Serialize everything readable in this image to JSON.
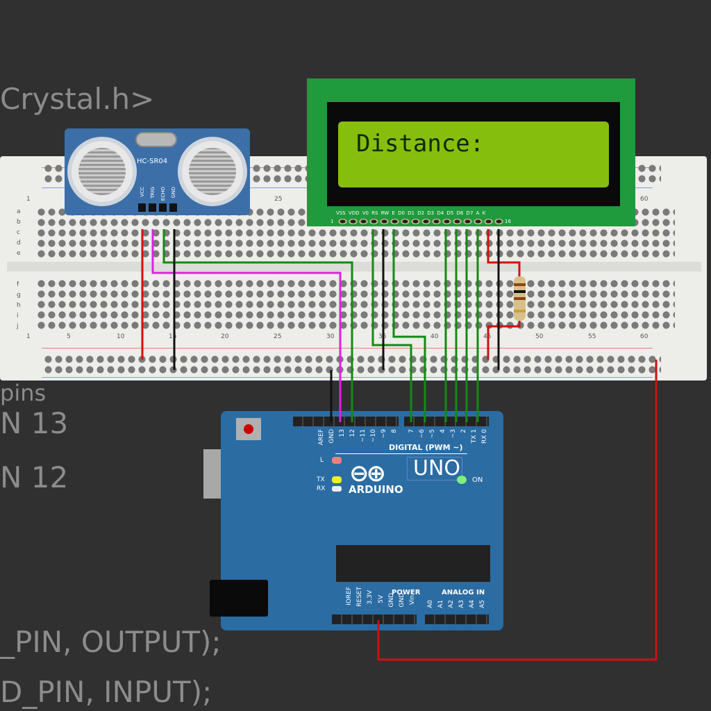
{
  "code_lines": [
    "Crystal.h>",
    "pins",
    "N 13",
    "N 12",
    "_PIN, OUTPUT);",
    "D_PIN, INPUT);"
  ],
  "sensor": {
    "model": "HC-SR04",
    "pins": [
      "VCC",
      "TRIG",
      "ECHO",
      "GND"
    ]
  },
  "lcd": {
    "text": "Distance:",
    "pins": "VSS VDD V0 RS RW E D0 D1 D2 D3 D4 D5 D6 D7 A K",
    "pin_first": "1",
    "pin_last": "16"
  },
  "breadboard": {
    "cols": [
      "1",
      "5",
      "10",
      "15",
      "20",
      "25",
      "30",
      "35",
      "40",
      "45",
      "50",
      "55",
      "60"
    ],
    "rows_top": [
      "a",
      "b",
      "c",
      "d",
      "e"
    ],
    "rows_bottom": [
      "f",
      "g",
      "h",
      "i",
      "j"
    ]
  },
  "arduino": {
    "brand": "ARDUINO",
    "model": "UNO",
    "digital_label": "DIGITAL (PWM ~)",
    "digital_pins": [
      "AREF",
      "GND",
      "13",
      "12",
      "~11",
      "~10",
      "~9",
      "8",
      "7",
      "~6",
      "~5",
      "4",
      "~3",
      "2",
      "TX 1",
      "RX 0"
    ],
    "power_label": "POWER",
    "analog_label": "ANALOG IN",
    "power_pins": [
      "IOREF",
      "RESET",
      "3.3V",
      "5V",
      "GND",
      "GND",
      "Vin"
    ],
    "analog_pins": [
      "A0",
      "A1",
      "A2",
      "A3",
      "A4",
      "A5"
    ],
    "led_l": "L",
    "led_tx": "TX",
    "led_rx": "RX",
    "led_on": "ON"
  },
  "colors": {
    "wire_red": "#d01010",
    "wire_green": "#138a13",
    "wire_magenta": "#e020e0",
    "wire_black": "#111111"
  }
}
